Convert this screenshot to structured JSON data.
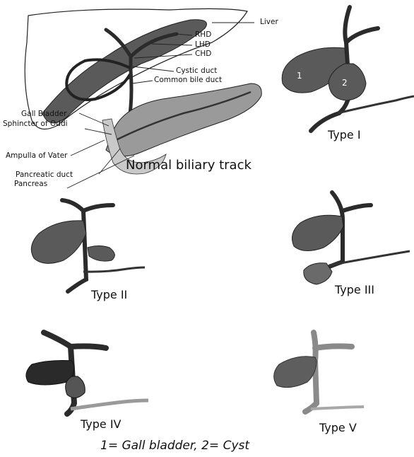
{
  "normal": {
    "title": "Normal biliary track",
    "labels": {
      "liver": "Liver",
      "rhd": "RHD",
      "lhd": "LHD",
      "chd": "CHD",
      "cystic_duct": "Cystic duct",
      "common_bile_duct": "Common bile duct",
      "gall_bladder": "Gall Bladder",
      "sphincter": "Sphincter of Oddi",
      "ampulla": "Ampulla of Vater",
      "pancreatic_duct": "Pancreatic duct",
      "pancreas": "Pancreas"
    }
  },
  "types": {
    "type1": {
      "label": "Type I",
      "gallbladder_mark": "1",
      "cyst_mark": "2"
    },
    "type2": {
      "label": "Type II"
    },
    "type3": {
      "label": "Type III"
    },
    "type4": {
      "label": "Type IV"
    },
    "type5": {
      "label": "Type V"
    }
  },
  "legend": "1= Gall bladder, 2= Cyst",
  "colors": {
    "ink": "#111111",
    "organ_dark": "#5a5a5a",
    "organ_mid": "#8a8a8a",
    "organ_light": "#bdbdbd",
    "duct": "#3a3a3a"
  }
}
